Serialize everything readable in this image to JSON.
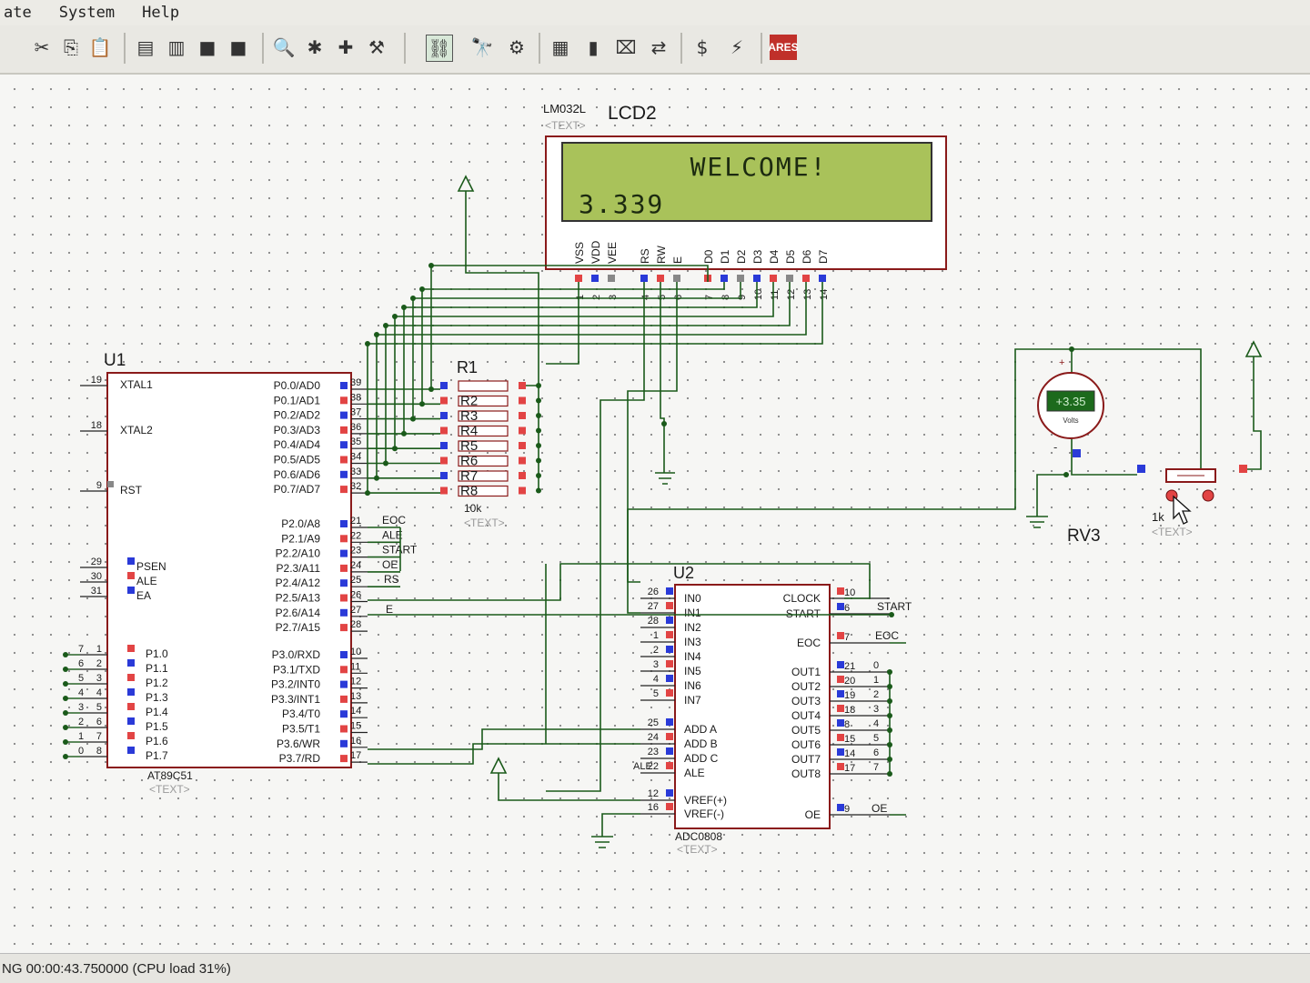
{
  "menu": {
    "items": [
      "ate",
      "System",
      "Help"
    ]
  },
  "toolbar": {
    "icons": [
      "cut-icon",
      "copy-icon",
      "paste-icon",
      "block-copy-icon",
      "block-move-icon",
      "block-rotate-icon",
      "block-delete-icon",
      "zoom-icon",
      "wire-autoroute-icon",
      "pick-device-icon",
      "make-device-icon",
      "tag-icon",
      "search-icon",
      "property-assignment-icon",
      "design-explorer-icon",
      "new-sheet-icon",
      "remove-sheet-icon",
      "goto-sheet-icon",
      "bill-of-materials-icon",
      "electrical-rules-icon",
      "netlist-to-ares-icon"
    ],
    "ares_label": "ARES"
  },
  "lcd": {
    "part": "LM032L",
    "ref": "LCD2",
    "text_tag": "<TEXT>",
    "line1": "WELCOME!",
    "line2": "3.339",
    "pin_names": [
      "VSS",
      "VDD",
      "VEE",
      "RS",
      "RW",
      "E",
      "D0",
      "D1",
      "D2",
      "D3",
      "D4",
      "D5",
      "D6",
      "D7"
    ],
    "pin_numbers": [
      "1",
      "2",
      "3",
      "4",
      "5",
      "6",
      "7",
      "8",
      "9",
      "10",
      "11",
      "12",
      "13",
      "14"
    ]
  },
  "u1": {
    "ref": "U1",
    "part": "AT89C51",
    "text_tag": "<TEXT>",
    "left_pins": [
      {
        "num": "19",
        "name": "XTAL1"
      },
      {
        "num": "18",
        "name": "XTAL2"
      },
      {
        "num": "9",
        "name": "RST"
      },
      {
        "num": "29",
        "name": "PSEN"
      },
      {
        "num": "30",
        "name": "ALE"
      },
      {
        "num": "31",
        "name": "EA"
      },
      {
        "num": "1",
        "name": "P1.0"
      },
      {
        "num": "2",
        "name": "P1.1"
      },
      {
        "num": "3",
        "name": "P1.2"
      },
      {
        "num": "4",
        "name": "P1.3"
      },
      {
        "num": "5",
        "name": "P1.4"
      },
      {
        "num": "6",
        "name": "P1.5"
      },
      {
        "num": "7",
        "name": "P1.6"
      },
      {
        "num": "8",
        "name": "P1.7"
      }
    ],
    "p1_net_labels": [
      "7",
      "6",
      "5",
      "4",
      "3",
      "2",
      "1",
      "0"
    ],
    "right_pins": [
      {
        "num": "39",
        "name": "P0.0/AD0"
      },
      {
        "num": "38",
        "name": "P0.1/AD1"
      },
      {
        "num": "37",
        "name": "P0.2/AD2"
      },
      {
        "num": "36",
        "name": "P0.3/AD3"
      },
      {
        "num": "35",
        "name": "P0.4/AD4"
      },
      {
        "num": "34",
        "name": "P0.5/AD5"
      },
      {
        "num": "33",
        "name": "P0.6/AD6"
      },
      {
        "num": "32",
        "name": "P0.7/AD7"
      },
      {
        "num": "21",
        "name": "P2.0/A8"
      },
      {
        "num": "22",
        "name": "P2.1/A9"
      },
      {
        "num": "23",
        "name": "P2.2/A10"
      },
      {
        "num": "24",
        "name": "P2.3/A11"
      },
      {
        "num": "25",
        "name": "P2.4/A12"
      },
      {
        "num": "26",
        "name": "P2.5/A13"
      },
      {
        "num": "27",
        "name": "P2.6/A14"
      },
      {
        "num": "28",
        "name": "P2.7/A15"
      },
      {
        "num": "10",
        "name": "P3.0/RXD"
      },
      {
        "num": "11",
        "name": "P3.1/TXD"
      },
      {
        "num": "12",
        "name": "P3.2/INT0"
      },
      {
        "num": "13",
        "name": "P3.3/INT1"
      },
      {
        "num": "14",
        "name": "P3.4/T0"
      },
      {
        "num": "15",
        "name": "P3.5/T1"
      },
      {
        "num": "16",
        "name": "P3.6/WR"
      },
      {
        "num": "17",
        "name": "P3.7/RD"
      }
    ],
    "p2_net_labels": [
      "EOC",
      "ALE",
      "START",
      "OE",
      "RS",
      "",
      "E",
      ""
    ]
  },
  "r1": {
    "ref": "R1",
    "labels": [
      "R2",
      "R3",
      "R4",
      "R5",
      "R6",
      "R7",
      "R8"
    ],
    "value": "10k",
    "text_tag": "<TEXT>"
  },
  "u2": {
    "ref": "U2",
    "part": "ADC0808",
    "text_tag": "<TEXT>",
    "left_pins": [
      {
        "num": "26",
        "name": "IN0"
      },
      {
        "num": "27",
        "name": "IN1"
      },
      {
        "num": "28",
        "name": "IN2"
      },
      {
        "num": "1",
        "name": "IN3"
      },
      {
        "num": "2",
        "name": "IN4"
      },
      {
        "num": "3",
        "name": "IN5"
      },
      {
        "num": "4",
        "name": "IN6"
      },
      {
        "num": "5",
        "name": "IN7"
      },
      {
        "num": "25",
        "name": "ADD A"
      },
      {
        "num": "24",
        "name": "ADD B"
      },
      {
        "num": "23",
        "name": "ADD C"
      },
      {
        "num": "22",
        "name": "ALE"
      },
      {
        "num": "12",
        "name": "VREF(+)"
      },
      {
        "num": "16",
        "name": "VREF(-)"
      }
    ],
    "ale_net_label": "ALE",
    "right_pins": [
      {
        "num": "10",
        "name": "CLOCK"
      },
      {
        "num": "6",
        "name": "START"
      },
      {
        "num": "7",
        "name": "EOC"
      },
      {
        "num": "21",
        "name": "OUT1"
      },
      {
        "num": "20",
        "name": "OUT2"
      },
      {
        "num": "19",
        "name": "OUT3"
      },
      {
        "num": "18",
        "name": "OUT4"
      },
      {
        "num": "8",
        "name": "OUT5"
      },
      {
        "num": "15",
        "name": "OUT6"
      },
      {
        "num": "14",
        "name": "OUT7"
      },
      {
        "num": "17",
        "name": "OUT8"
      },
      {
        "num": "9",
        "name": "OE"
      }
    ],
    "right_net_labels": {
      "start": "START",
      "eoc": "EOC",
      "outs": [
        "0",
        "1",
        "2",
        "3",
        "4",
        "5",
        "6",
        "7"
      ],
      "oe": "OE"
    }
  },
  "voltmeter": {
    "reading": "+3.35",
    "unit": "Volts",
    "plus": "+",
    "minus": "-"
  },
  "rv3": {
    "ref": "RV3",
    "value": "1k",
    "text_tag": "<TEXT>"
  },
  "status": {
    "text": "NG  00:00:43.750000 (CPU load 31%)"
  },
  "colors": {
    "wire": "#1a5a1a",
    "body_border": "#8a1a1a",
    "body_fill": "#ffffff",
    "lcd_bg": "#a9c25a",
    "pin_red": "#e24444",
    "pin_blue": "#2a3ad8",
    "text": "#1a1a1a"
  }
}
